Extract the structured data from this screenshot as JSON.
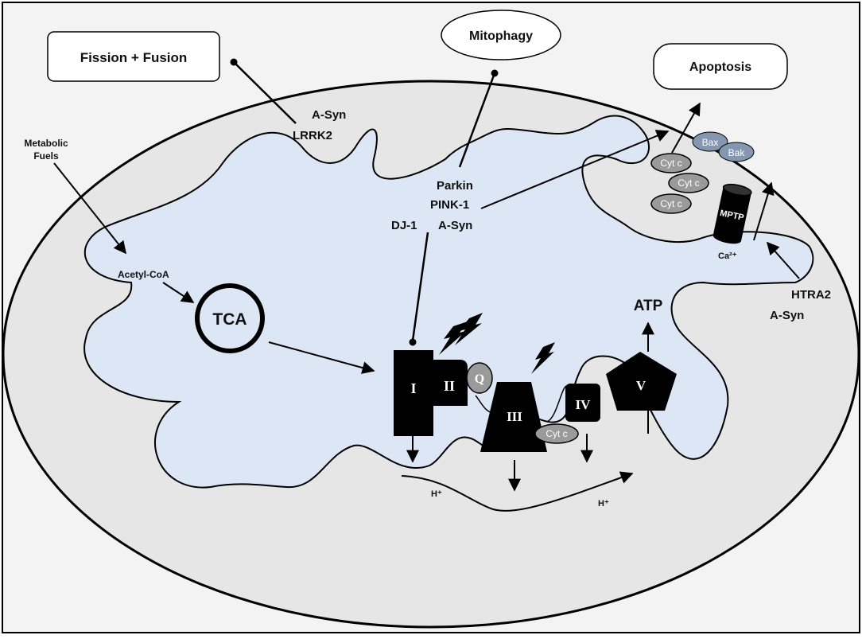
{
  "boxes": {
    "fission_fusion": "Fission + Fusion",
    "mitophagy": "Mitophagy",
    "apoptosis": "Apoptosis"
  },
  "labels": {
    "metabolic_fuels_line1": "Metabolic",
    "metabolic_fuels_line2": "Fuels",
    "acetyl_coa": "Acetyl-CoA",
    "tca": "TCA",
    "a_syn_top": "A-Syn",
    "lrrk2": "LRRK2",
    "parkin": "Parkin",
    "pink1": "PINK-1",
    "dj1": "DJ-1",
    "a_syn_mid": "A-Syn",
    "htra2": "HTRA2",
    "a_syn_right": "A-Syn",
    "atp": "ATP",
    "h_plus_left": "H⁺",
    "h_plus_right": "H⁺",
    "ca2": "Ca²⁺",
    "mptp": "MPTP"
  },
  "proteins": {
    "bax": "Bax",
    "bak": "Bak",
    "cyt_c_1": "Cyt c",
    "cyt_c_2": "Cyt c",
    "cyt_c_3": "Cyt c",
    "cyt_c_etc": "Cyt c"
  },
  "complexes": {
    "c1": "I",
    "c2": "II",
    "q": "Q",
    "c3": "III",
    "c4": "IV",
    "c5": "V"
  },
  "colors": {
    "matrix": "#dce6f4",
    "outer": "#e6e6e6",
    "background": "#f3f3f3",
    "bax_bak": "#8496b0",
    "cyt_c": "#9a9a9a"
  }
}
